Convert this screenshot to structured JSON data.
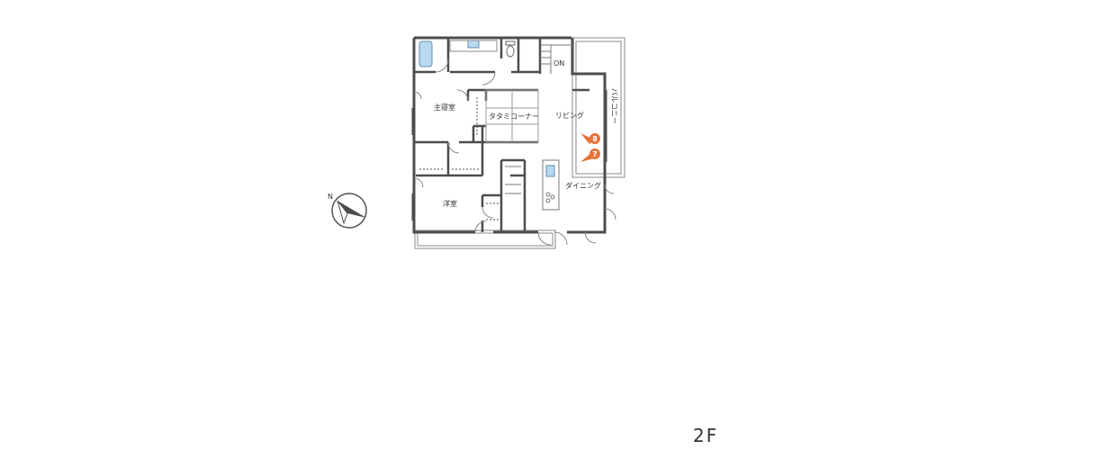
{
  "floor": {
    "label": "2F"
  },
  "compass": {
    "north_label": "N"
  },
  "rooms": {
    "on_label": "ON",
    "master_bedroom": "主寝室",
    "tatami_corner": "タタミコーナー",
    "living": "リビング",
    "dining": "ダイニング",
    "western_room": "洋室",
    "balcony": "バルコニー"
  },
  "markers": [
    {
      "number": "8",
      "color": "#e8733a"
    },
    {
      "number": "7",
      "color": "#e8733a"
    }
  ],
  "colors": {
    "wall": "#4d4d4d",
    "fixture_fill": "#b9d9ee",
    "fixture_stroke": "#5a8fb5",
    "marker": "#e8733a"
  }
}
